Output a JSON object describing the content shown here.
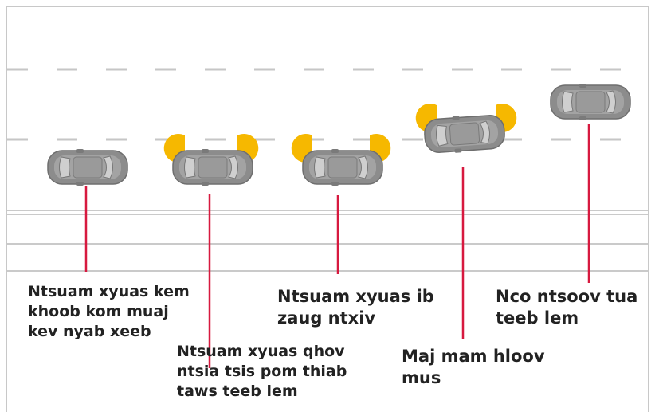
{
  "diagram": {
    "colors": {
      "car_body": "#8c8c8c",
      "car_window": "#c9c9c9",
      "blinker": "#f6b800",
      "connector": "#d7193f",
      "road_line": "#b9b9b9",
      "lane_dash": "#c6c6c6",
      "text": "#222222"
    },
    "stages": [
      {
        "id": "check-mirrors",
        "label_lines": [
          "Ntsuam xyuas kem",
          "khoob kom muaj",
          "kev nyab xeeb"
        ],
        "blinker": false
      },
      {
        "id": "signal",
        "label_lines": [
          "Ntsuam xyuas qhov",
          "ntsia tsis pom thiab",
          "taws teeb lem"
        ],
        "blinker": true
      },
      {
        "id": "check-again",
        "label_lines": [
          "Ntsuam xyuas ib",
          "zaug ntxiv"
        ],
        "blinker": true
      },
      {
        "id": "move-over",
        "label_lines": [
          "Maj mam hloov",
          "mus"
        ],
        "blinker": true
      },
      {
        "id": "cancel-signal",
        "label_lines": [
          "Nco ntsoov tua",
          "teeb lem"
        ],
        "blinker": false
      }
    ]
  }
}
